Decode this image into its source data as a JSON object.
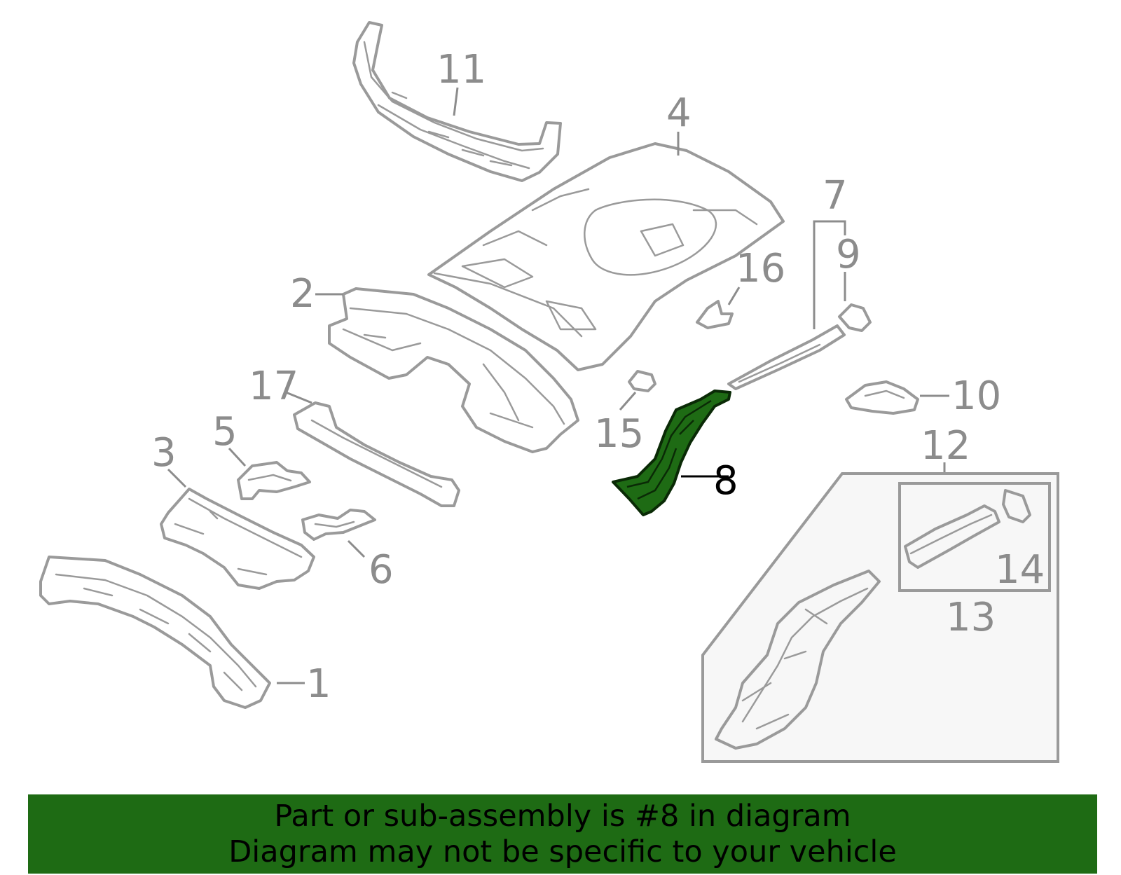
{
  "callouts": {
    "c1": "1",
    "c2": "2",
    "c3": "3",
    "c4": "4",
    "c5": "5",
    "c6": "6",
    "c7": "7",
    "c8": "8",
    "c9": "9",
    "c10": "10",
    "c11": "11",
    "c12": "12",
    "c13": "13",
    "c14": "14",
    "c15": "15",
    "c16": "16",
    "c17": "17"
  },
  "highlighted_part": "8",
  "colors": {
    "highlight": "#1e6b14",
    "line": "#9a9a9a",
    "banner": "#1e6b14"
  },
  "banner": {
    "line1": "Part or sub-assembly is #8 in diagram",
    "line2": "Diagram may not be specific to your vehicle"
  }
}
